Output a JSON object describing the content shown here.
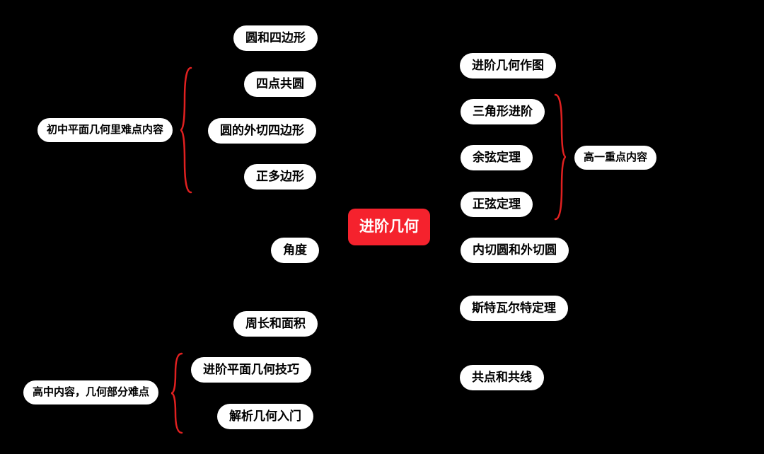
{
  "colors": {
    "background": "#000000",
    "node_bg": "#ffffff",
    "node_text": "#000000",
    "center_bg": "#f5222d",
    "center_text": "#ffffff",
    "brace": "#e02020"
  },
  "center": {
    "label": "进阶几何"
  },
  "left": {
    "group1_label": "初中平面几何里难点内容",
    "group2_label": "高中内容，几何部分难点",
    "items": [
      {
        "label": "圆和四边形"
      },
      {
        "label": "四点共圆"
      },
      {
        "label": "圆的外切四边形"
      },
      {
        "label": "正多边形"
      },
      {
        "label": "角度"
      },
      {
        "label": "周长和面积"
      },
      {
        "label": "进阶平面几何技巧"
      },
      {
        "label": "解析几何入门"
      }
    ]
  },
  "right": {
    "group_label": "高一重点内容",
    "items": [
      {
        "label": "进阶几何作图"
      },
      {
        "label": "三角形进阶"
      },
      {
        "label": "余弦定理"
      },
      {
        "label": "正弦定理"
      },
      {
        "label": "内切圆和外切圆"
      },
      {
        "label": "斯特瓦尔特定理"
      },
      {
        "label": "共点和共线"
      }
    ]
  }
}
